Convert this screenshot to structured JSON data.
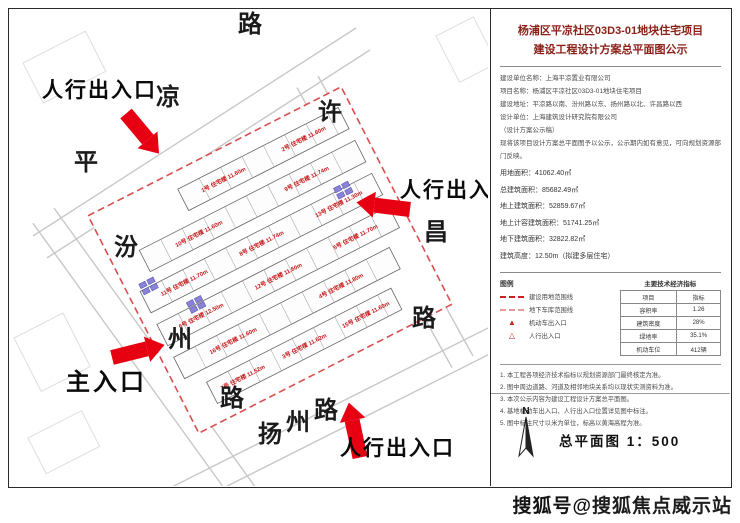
{
  "document": {
    "title_line1": "杨浦区平凉社区03D3-01地块住宅项目",
    "title_line2": "建设工程设计方案总平面图公示",
    "scale_label": "总平面图 1：500",
    "north_label": "N"
  },
  "panel": {
    "info_lines": [
      "建设单位名称：上海平凉置业有限公司",
      "项目名称：杨浦区平凉社区03D3-01地块住宅项目",
      "建设地址：平凉路以南、汾州路以东、扬州路以北、许昌路以西",
      "设计单位：上海建筑设计研究院有限公司",
      "（设计方案公示稿）",
      "现将该项目设计方案总平面图予以公示，公示期内如有意见，可向规划资源部门反映。"
    ],
    "metrics_lines": [
      "用地面积：41062.40㎡",
      "总建筑面积：85682.49㎡",
      "地上建筑面积：52859.67㎡",
      "地上计容建筑面积：51741.25㎡",
      "地下建筑面积：32822.82㎡",
      "建筑高度：12.50m（拟建多层住宅）"
    ],
    "legend_title": "图例",
    "legend": [
      {
        "type": "dash-red",
        "label": "建设用地范围线",
        "glyph": ""
      },
      {
        "type": "dash-pink",
        "label": "地下车库范围线",
        "glyph": ""
      },
      {
        "type": "tri-solid",
        "label": "机动车出入口",
        "glyph": "▲"
      },
      {
        "type": "tri-hollow",
        "label": "人行出入口",
        "glyph": "△"
      }
    ],
    "table": {
      "caption": "主要技术经济指标",
      "headers": [
        "项目",
        "指标"
      ],
      "rows": [
        [
          "容积率",
          "1.26"
        ],
        [
          "建筑密度",
          "28%"
        ],
        [
          "绿地率",
          "35.1%"
        ],
        [
          "机动车位",
          "412辆"
        ]
      ]
    },
    "notes": [
      "1. 本工程各项经济技术指标以规划资源部门最终核定为准。",
      "2. 图中周边道路、河道及相邻地块关系均以现状实测资料为准。",
      "3. 本次公示内容为建设工程设计方案总平面图。",
      "4. 基地机动车出入口、人行出入口位置详见图中标注。",
      "5. 图中标注尺寸以米为单位，标高以黄海高程为准。"
    ]
  },
  "annotations": {
    "pedestrian_entrance": "人行出入口",
    "main_entrance": "主入口"
  },
  "site": {
    "rows": [
      {
        "labels": [
          "1号 住宅楼 11.60m",
          "2号 住宅楼 11.60m"
        ]
      },
      {
        "labels": [
          "10号 住宅楼 11.60m",
          "9号 住宅楼 11.74m"
        ]
      },
      {
        "labels": [
          "11号 住宅楼 11.70m",
          "8号 住宅楼 11.74m",
          "13号 住宅楼 11.30m"
        ]
      },
      {
        "labels": [
          "6号 住宅楼 12.50m",
          "12号 住宅楼 11.60m",
          "5号 住宅楼 11.70m"
        ]
      },
      {
        "labels": [
          "16号 住宅楼 11.60m",
          "4号 住宅楼 11.80m"
        ]
      },
      {
        "labels": [
          "7号 住宅楼 11.52m",
          "3号 住宅楼 11.62m",
          "15号 住宅楼 11.60m"
        ]
      }
    ],
    "roads": [
      {
        "name": "平凉路",
        "chars": [
          "平",
          "凉",
          "路"
        ]
      },
      {
        "name": "许昌路",
        "chars": [
          "许",
          "昌",
          "路"
        ]
      },
      {
        "name": "汾州路",
        "chars": [
          "汾",
          "州",
          "路"
        ]
      },
      {
        "name": "扬州路",
        "chars": [
          "扬",
          "州",
          "路"
        ]
      }
    ]
  },
  "watermark": {
    "prefix": "搜狐号@",
    "name": "搜狐焦点威示站"
  },
  "colors": {
    "arrow_red": "#e60012",
    "building_label_red": "#c41616",
    "parcel_dash": "#d94f4f",
    "title_maroon": "#8b2018"
  }
}
